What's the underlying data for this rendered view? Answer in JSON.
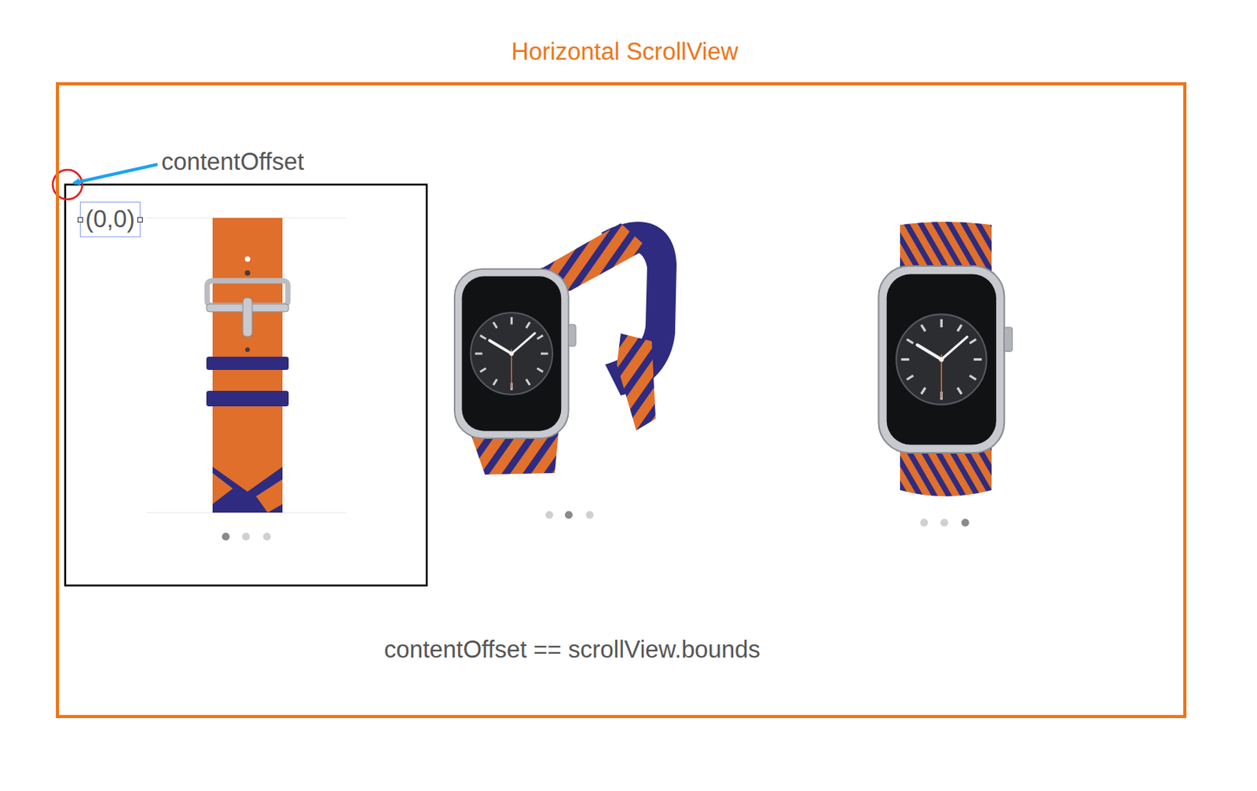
{
  "diagram": {
    "nodes": [
      {
        "text": [
          "Horizontal ScrollView",
          "contentOffset == scrollView.bounds"
        ]
      },
      {
        "text": [
          "(0,0)"
        ],
        "in": 0
      }
    ],
    "labels": [
      "contentOffset"
    ]
  }
}
